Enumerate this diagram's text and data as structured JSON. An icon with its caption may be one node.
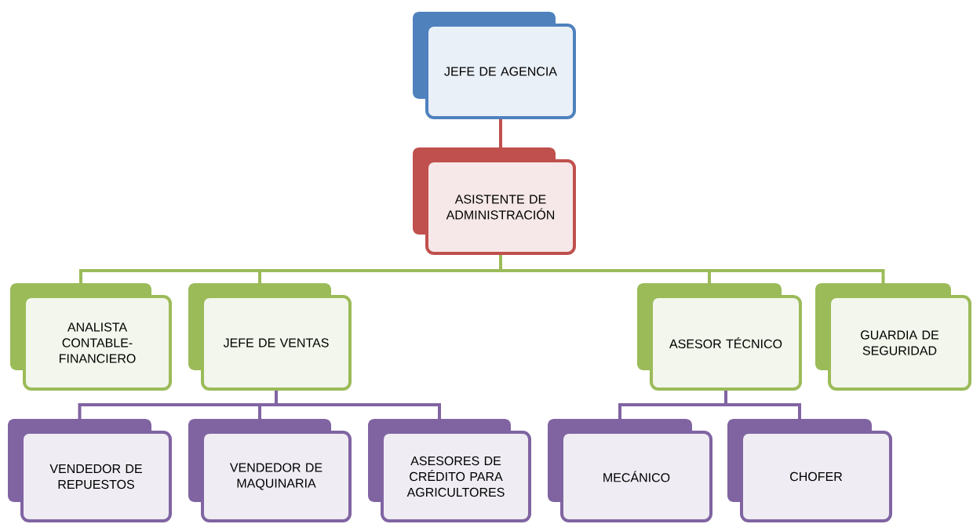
{
  "diagram": {
    "nodes": [
      {
        "text": [
          "JEFE DE AGENCIA"
        ]
      },
      {
        "text": [
          "ASISTENTE DE ADMINISTRACIÓN"
        ]
      },
      {
        "text": [
          "ANALISTA CONTABLE-FINANCIERO"
        ]
      },
      {
        "text": [
          "JEFE DE VENTAS"
        ]
      },
      {
        "text": [
          "ASESOR TÉCNICO"
        ]
      },
      {
        "text": [
          "GUARDIA DE SEGURIDAD"
        ]
      },
      {
        "text": [
          "VENDEDOR DE REPUESTOS"
        ]
      },
      {
        "text": [
          "VENDEDOR DE MAQUINARIA"
        ]
      },
      {
        "text": [
          "ASESORES DE CRÉDITO PARA AGRICULTORES"
        ]
      },
      {
        "text": [
          "MECÁNICO"
        ]
      },
      {
        "text": [
          "CHOFER"
        ]
      }
    ],
    "edges": [
      {
        "from": 0,
        "to": 1,
        "arrow": "none",
        "color": "#c0504d"
      },
      {
        "from": 1,
        "to": 2,
        "arrow": "none",
        "color": "#9bbb59"
      },
      {
        "from": 1,
        "to": 3,
        "arrow": "none",
        "color": "#9bbb59"
      },
      {
        "from": 1,
        "to": 4,
        "arrow": "none",
        "color": "#9bbb59"
      },
      {
        "from": 1,
        "to": 5,
        "arrow": "none",
        "color": "#9bbb59"
      },
      {
        "from": 3,
        "to": 6,
        "arrow": "none"
      },
      {
        "from": 3,
        "to": 7,
        "arrow": "none"
      },
      {
        "from": 3,
        "to": 8,
        "arrow": "none"
      },
      {
        "from": 4,
        "to": 9,
        "arrow": "none"
      },
      {
        "from": 4,
        "to": 10,
        "arrow": "none"
      }
    ]
  }
}
